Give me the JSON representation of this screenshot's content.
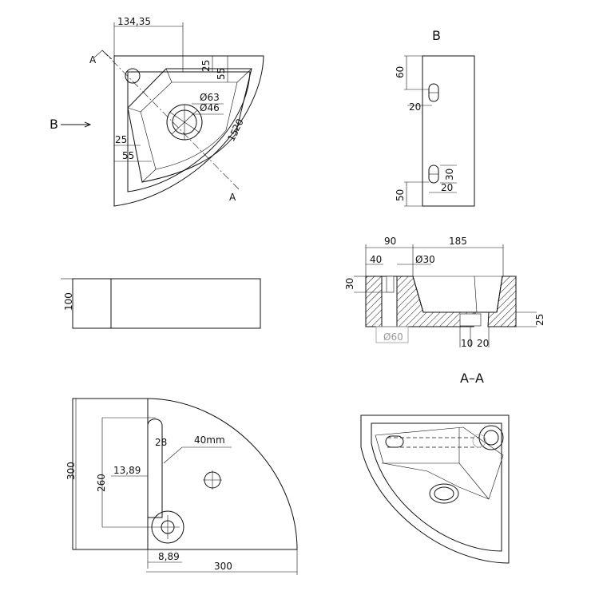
{
  "view_top": {
    "dim_width": "134,35",
    "dim_25_a": "25",
    "dim_55_a": "55",
    "dim_d63": "Ø63",
    "dim_d46": "Ø46",
    "dim_20": "20",
    "dim_15": "15",
    "dim_25_b": "25",
    "dim_55_b": "55",
    "section_A1": "A",
    "section_A2": "A",
    "arrow_B": "B"
  },
  "view_B": {
    "title": "B",
    "dim_60": "60",
    "dim_20_a": "20",
    "dim_30": "30",
    "dim_20_b": "20",
    "dim_50": "50"
  },
  "view_section": {
    "dim_90": "90",
    "dim_185": "185",
    "dim_40": "40",
    "dim_d30": "Ø30",
    "dim_30": "30",
    "dim_d60": "Ø60",
    "dim_25": "25",
    "dim_10": "10",
    "dim_20": "20",
    "title": "A–A"
  },
  "view_side": {
    "dim_100": "100"
  },
  "view_bottom": {
    "dim_300_v": "300",
    "dim_260": "260",
    "dim_28": "28",
    "dim_40mm": "40mm",
    "dim_13_89": "13,89",
    "dim_8_89": "8,89",
    "dim_300_h": "300"
  }
}
